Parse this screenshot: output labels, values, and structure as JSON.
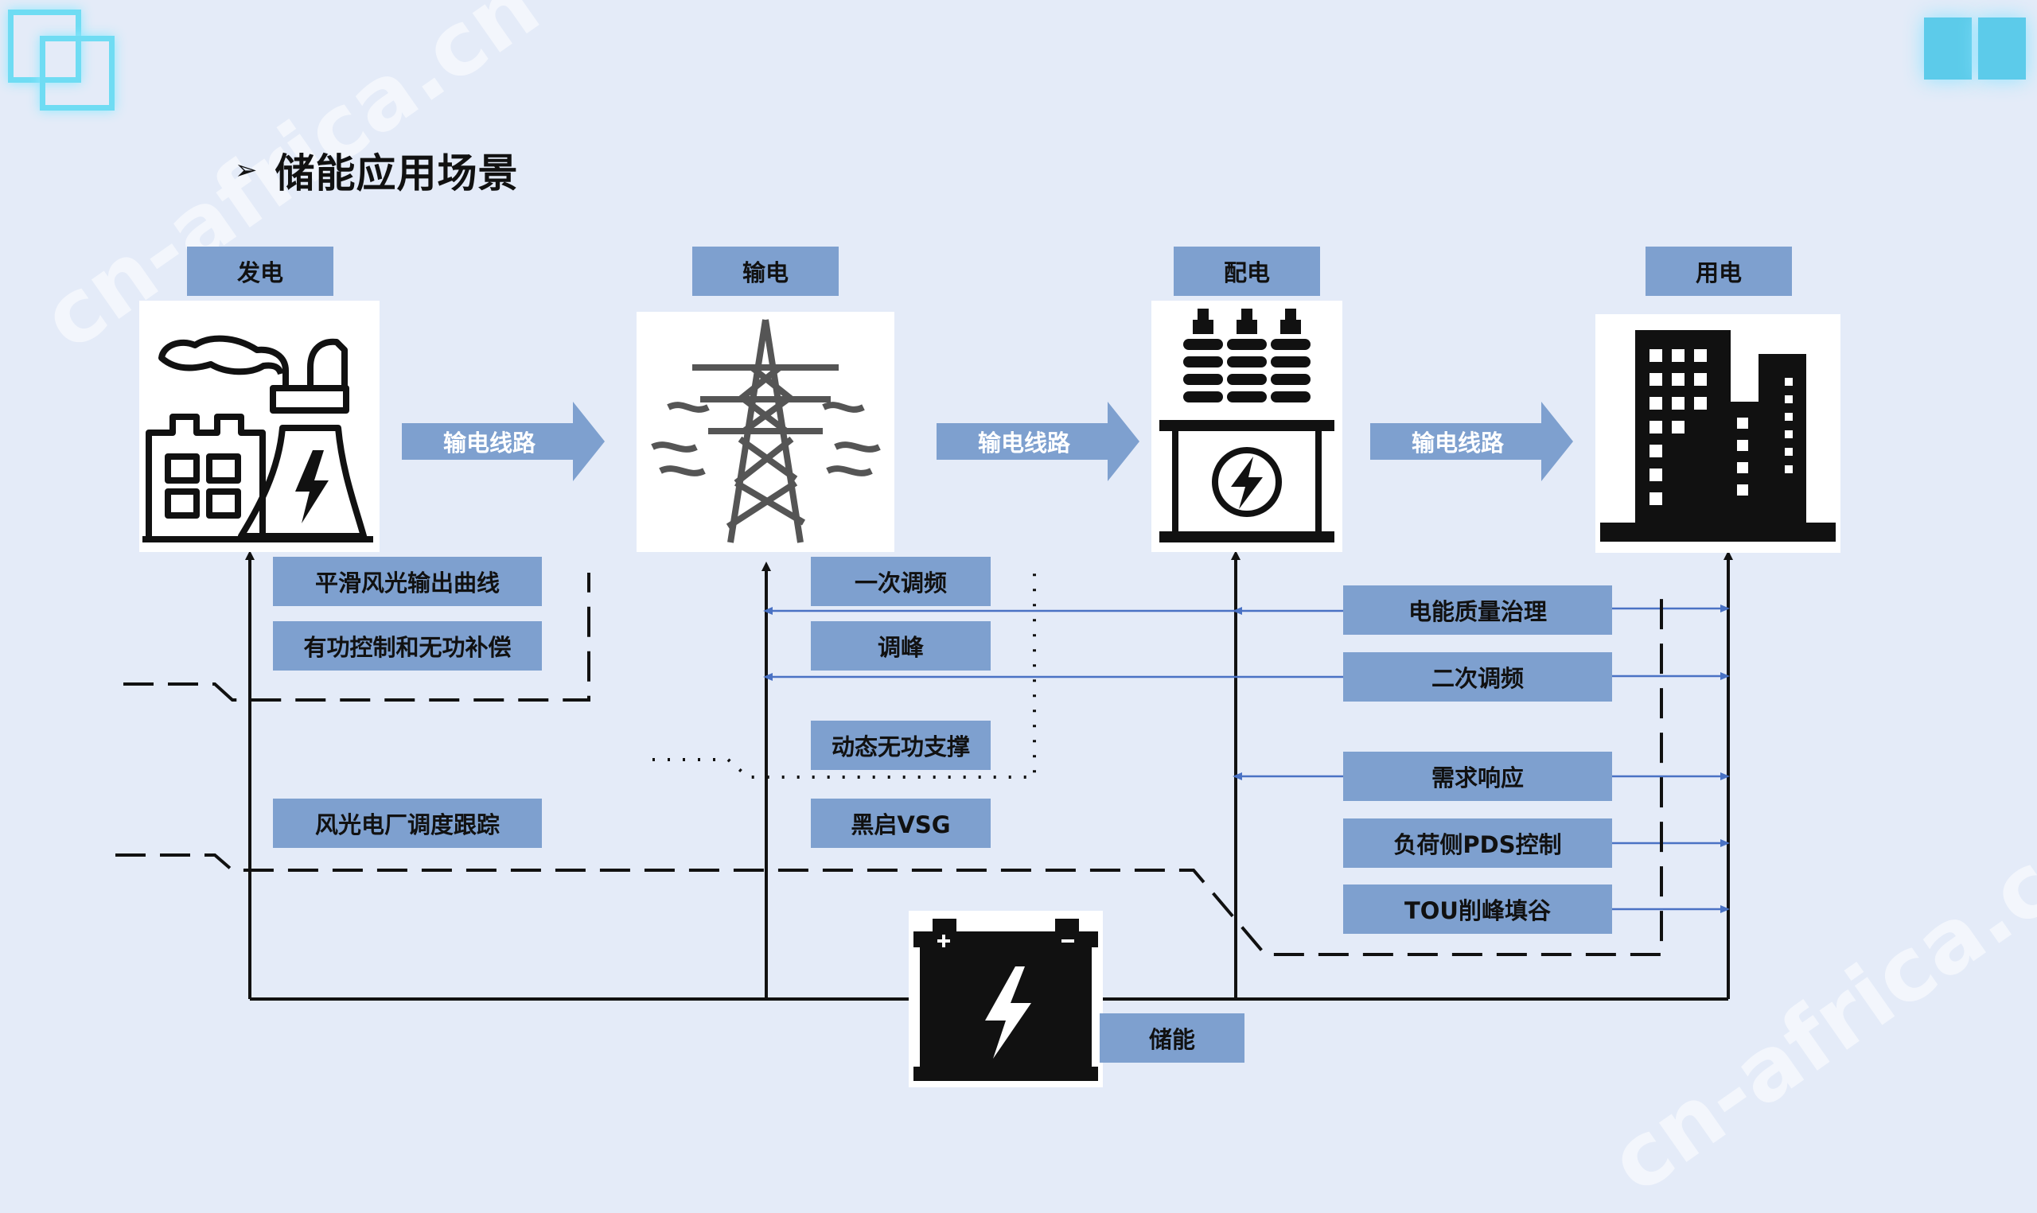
{
  "title": "储能应用场景",
  "watermark": "cn-africa.cn",
  "stages": [
    {
      "label": "发电",
      "icon": "power-plant-icon"
    },
    {
      "label": "输电",
      "icon": "transmission-tower-icon"
    },
    {
      "label": "配电",
      "icon": "transformer-icon"
    },
    {
      "label": "用电",
      "icon": "buildings-icon"
    }
  ],
  "flow_arrows": [
    "输电线路",
    "输电线路",
    "输电线路"
  ],
  "generation_apps": [
    "平滑风光输出曲线",
    "有功控制和无功补偿",
    "风光电厂调度跟踪"
  ],
  "transmission_apps": [
    "一次调频",
    "调峰",
    "动态无功支撑",
    "黑启VSG"
  ],
  "consumption_apps": [
    "电能质量治理",
    "二次调频",
    "需求响应",
    "负荷侧PDS控制",
    "TOU削峰填谷"
  ],
  "storage": {
    "label": "储能",
    "icon": "battery-icon"
  },
  "colors": {
    "background": "#e4ebf8",
    "label_fill": "#7ea0cf",
    "arrow_fill": "#7ea0cf",
    "link_line": "#4a72c4",
    "accent": "#6fdcf3"
  }
}
